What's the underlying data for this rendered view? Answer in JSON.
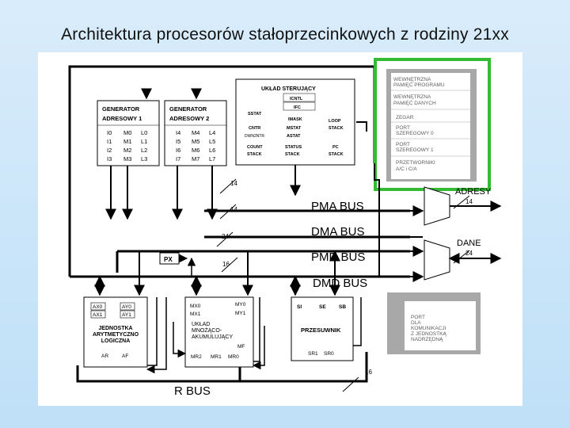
{
  "slide": {
    "title": "Architektura procesorów stałoprzecinkowych z rodziny 21xx"
  },
  "diagram": {
    "gen1": {
      "title1": "GENERATOR",
      "title2": "ADRESOWY 1",
      "regs": [
        [
          "I0",
          "M0",
          "L0"
        ],
        [
          "I1",
          "M1",
          "L1"
        ],
        [
          "I2",
          "M2",
          "L2"
        ],
        [
          "I3",
          "M3",
          "L3"
        ]
      ]
    },
    "gen2": {
      "title1": "GENERATOR",
      "title2": "ADRESOWY 2",
      "regs": [
        [
          "I4",
          "M4",
          "L4"
        ],
        [
          "I5",
          "M5",
          "L5"
        ],
        [
          "I6",
          "M6",
          "L6"
        ],
        [
          "I7",
          "M7",
          "L7"
        ]
      ]
    },
    "ctrl": {
      "title": "UKŁAD STERUJĄCY",
      "icntl": "ICNTL",
      "ifc": "IFC",
      "sstat": "SSTAT",
      "imask": "IMASK",
      "loop1": "LOOP",
      "loop2": "STACK",
      "cntr": "CNTR",
      "dwn": "DWN2NTR",
      "mstat": "MSTAT",
      "astat": "ASTAT",
      "count1": "COUNT",
      "count2": "STACK",
      "status1": "STATUS",
      "status2": "STACK",
      "pc1": "PC",
      "pc2": "STACK"
    },
    "mem": {
      "line1a": "WEWNĘTRZNA",
      "line1b": "PAMIĘĆ PROGRAMU",
      "line2a": "WEWNĘTRZNA",
      "line2b": "PAMIĘĆ DANYCH",
      "line3": "ZEGAR",
      "line4a": "PORT",
      "line4b": "SZEREGOWY 0",
      "line5a": "PORT",
      "line5b": "SZEREGOWY 1",
      "line6a": "PRZETWORNIKI",
      "line6b": "A/C i C/A"
    },
    "buses": {
      "pma": "PMA BUS",
      "dma": "DMA BUS",
      "pmd": "PMD BUS",
      "dmd": "DMD BUS",
      "r": "R BUS",
      "adresy": "ADRESY",
      "dane": "DANE",
      "px": "PX"
    },
    "widths": {
      "w14a": "14",
      "w14b": "14",
      "w24a": "24",
      "w16a": "16",
      "w14c": "14",
      "w24b": "24",
      "w16b": "16"
    },
    "alu": {
      "ax0": "AX0",
      "ay0": "AY0",
      "ax1": "AX1",
      "ay1": "AY1",
      "l1": "JEDNOSTKA",
      "l2": "ARYTMETYCZNO",
      "l3": "LOGICZNA",
      "ar": "AR",
      "af": "AF"
    },
    "mac": {
      "mx0": "MX0",
      "my0": "MY0",
      "mx1": "MX1",
      "my1": "MY1",
      "l1": "UKŁAD",
      "l2": "MNOŻĄCO-",
      "l3": "AKUMULUJĄCY",
      "mf": "MF",
      "mr2": "MR2",
      "mr1": "MR1",
      "mr0": "MR0"
    },
    "shifter": {
      "si": "SI",
      "se": "SE",
      "sb": "SB",
      "title": "PRZESUWNIK",
      "sr1": "SR1",
      "sr0": "SR0"
    },
    "port": {
      "l1": "PORT",
      "l2": "DLA",
      "l3": "KOMUNIKACJI",
      "l4": "Z JEDNOSTKĄ",
      "l5": "NADRZĘDNĄ"
    }
  },
  "colors": {
    "highlight": "#33bb33",
    "gray_block": "#a8a8a8"
  }
}
